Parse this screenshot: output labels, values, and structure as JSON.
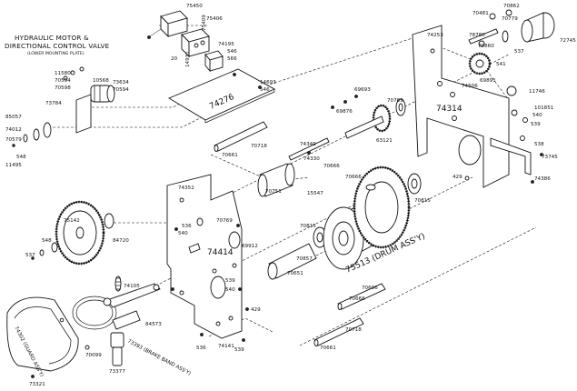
{
  "title": {
    "line1": "HYDRAULIC MOTOR &",
    "line2": "DIRECTIONAL CONTROL VALVE",
    "line3": "(LOWER MOUNTING PLATE)"
  },
  "assemblies": {
    "drum": "75513 (DRUM ASS'Y)",
    "guard": "74302 (GUARD ASS'Y)",
    "brake": "73393 (BRAKE BAND ASS'Y)"
  },
  "labels": {
    "p75450": "75450",
    "p75406": "75406",
    "p75409": "75409",
    "p74195": "74195",
    "p14931": "14931",
    "p546a": "546",
    "p566": "566",
    "p20": "20",
    "p74276": "74276",
    "p14693": "14693",
    "p546b": "546",
    "p11580": "11580",
    "p70594a": "70594",
    "p70594b": "70594",
    "p73634": "73634",
    "p70598": "70598",
    "p73784": "73784",
    "p85057": "85057",
    "p74012": "74012",
    "p70579": "70579",
    "p548": "548",
    "p11495": "11495",
    "p70481": "70481",
    "p70862": "70862",
    "p70779": "70779",
    "p72745": "72745",
    "p74253": "74253",
    "p78780": "78780",
    "p70860": "70860",
    "p537": "537",
    "p541": "541",
    "p69891": "69891",
    "p11746": "11746",
    "p74506": "74506",
    "p101851": "101851",
    "p74314": "74314",
    "p539a": "539",
    "p540a": "540",
    "p538": "538",
    "p72745b": "73745",
    "p74386": "74386",
    "p429a": "429",
    "p70769a": "70769",
    "p69693": "69693",
    "p63121": "63121",
    "p69876": "69876",
    "p74330": "74330",
    "p74349": "74349",
    "p70666a": "70666",
    "p70661a": "70661",
    "p70718a": "70718",
    "p70751": "70751",
    "p70815a": "70815",
    "p15547": "15547",
    "p70666b": "70666",
    "p74352": "74352",
    "p70769b": "70769",
    "p536a": "536",
    "p540b": "540",
    "p70815b": "70815",
    "p70651": "70651",
    "p74414": "74414",
    "p69912": "69912",
    "p70857": "70857",
    "p75142": "75142",
    "p84720": "84720",
    "p548b": "548",
    "p537b": "537",
    "p74105": "74105",
    "p539b": "539",
    "p540c": "540",
    "p429b": "429",
    "p70666c": "70666",
    "p70696": "70696",
    "p84573": "84573",
    "p70099": "70099",
    "p74141": "74141",
    "p536b": "536",
    "p539c": "539",
    "p70661b": "70661",
    "p70718b": "70718",
    "p73377": "73377",
    "p73321": "73321",
    "p10568": "10568"
  }
}
